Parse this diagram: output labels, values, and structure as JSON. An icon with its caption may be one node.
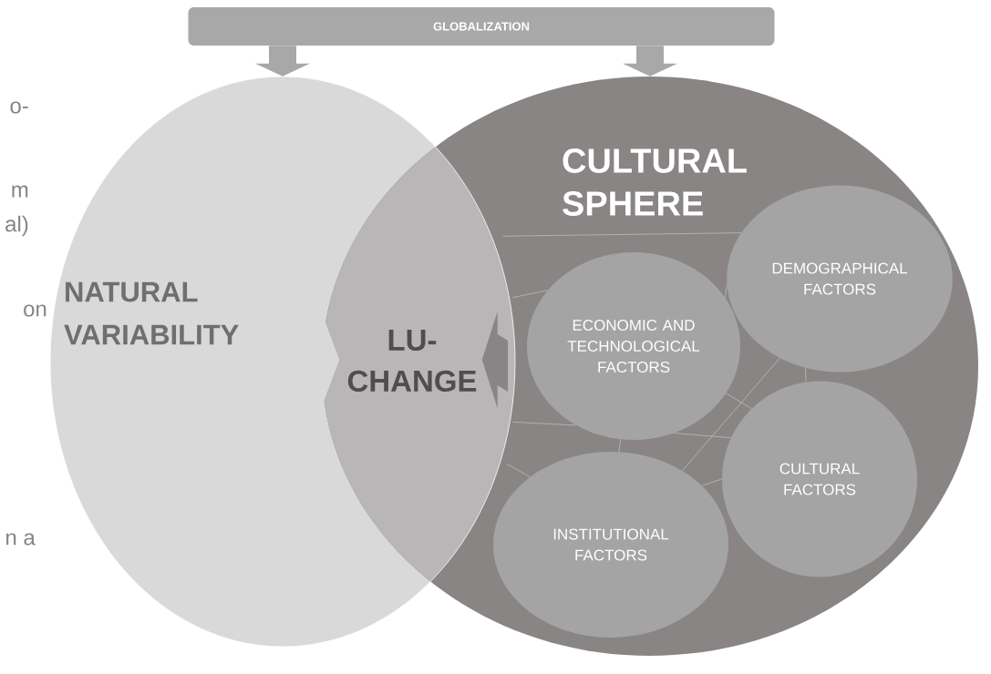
{
  "diagram": {
    "nodes": [
      {
        "text": [
          "GLOBALIZATION"
        ]
      },
      {
        "text": [
          "NATURAL VARIABILITY"
        ]
      },
      {
        "text": [
          "CULTURAL SPHERE"
        ]
      },
      {
        "text": [
          "LU-CHANGE"
        ]
      },
      {
        "text": [
          "ECONOMIC AND TECHNOLOGICAL FACTORS"
        ],
        "in": 2
      },
      {
        "text": [
          "DEMOGRAPHICAL FACTORS"
        ],
        "in": 2
      },
      {
        "text": [
          "CULTURAL FACTORS"
        ],
        "in": 2
      },
      {
        "text": [
          "INSTITUTIONAL FACTORS"
        ],
        "in": 2
      }
    ],
    "edges": [
      {
        "from": 0,
        "to": 1,
        "arrow": "to",
        "style": "thick"
      },
      {
        "from": 0,
        "to": 2,
        "arrow": "to",
        "style": "thick"
      },
      {
        "from": 1,
        "to": 3,
        "arrow": "to",
        "style": "thick",
        "color": "#d9d9d9"
      },
      {
        "from": 2,
        "to": 3,
        "arrow": "to",
        "style": "thick",
        "color": "#888584"
      },
      {
        "from": 3,
        "to": 5,
        "arrow": "none"
      },
      {
        "from": 3,
        "to": 4,
        "arrow": "none"
      },
      {
        "from": 4,
        "to": 5,
        "arrow": "none"
      },
      {
        "from": 3,
        "to": 4,
        "arrow": "none"
      },
      {
        "from": 4,
        "to": 6,
        "arrow": "none"
      },
      {
        "from": 4,
        "to": 7,
        "arrow": "none"
      },
      {
        "from": 3,
        "to": 7,
        "arrow": "none"
      },
      {
        "from": 4,
        "to": 6,
        "arrow": "none"
      },
      {
        "from": 5,
        "to": 7,
        "arrow": "none"
      },
      {
        "from": 5,
        "to": 6,
        "arrow": "none"
      },
      {
        "from": 7,
        "to": 6,
        "arrow": "none"
      }
    ],
    "labels": [
      "o-",
      "m",
      "al)",
      "on",
      "n a"
    ]
  }
}
